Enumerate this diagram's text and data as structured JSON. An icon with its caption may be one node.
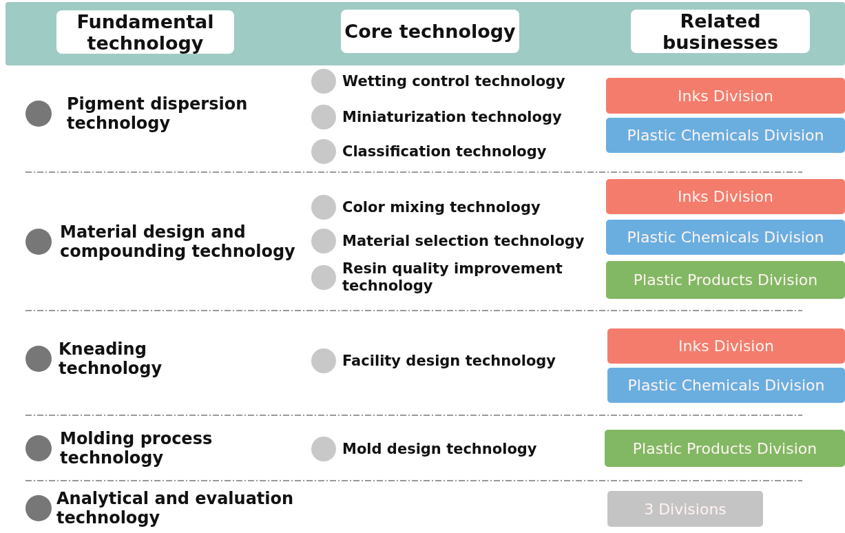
{
  "diagram": {
    "nodes": [
      {
        "text": [
          "Fundamental technology"
        ]
      },
      {
        "text": [
          "Core technology"
        ]
      },
      {
        "text": [
          "Related businesses"
        ]
      },
      {
        "text": [
          "Inks Division"
        ]
      },
      {
        "text": [
          "Plastic Chemicals Division"
        ]
      },
      {
        "text": [
          "Inks Division"
        ]
      },
      {
        "text": [
          "Plastic Chemicals Division"
        ]
      },
      {
        "text": [
          "Plastic Products Division"
        ]
      },
      {
        "text": [
          "Inks Division"
        ]
      },
      {
        "text": [
          "Plastic Chemicals Division"
        ]
      },
      {
        "text": [
          "Plastic Products Division"
        ]
      },
      {
        "text": [
          "3 Divisions"
        ]
      }
    ],
    "edges": [],
    "labels": [
      "Pigment dispersion technology",
      "Wetting control technology",
      "Miniaturization technology",
      "Classification technology",
      "Material design and compounding technology",
      "Color mixing technology",
      "Material selection technology",
      "Resin quality improvement technology",
      "Kneading technology",
      "Facility design technology",
      "Molding process technology",
      "Mold design technology",
      "Analytical and evaluation technology"
    ]
  }
}
